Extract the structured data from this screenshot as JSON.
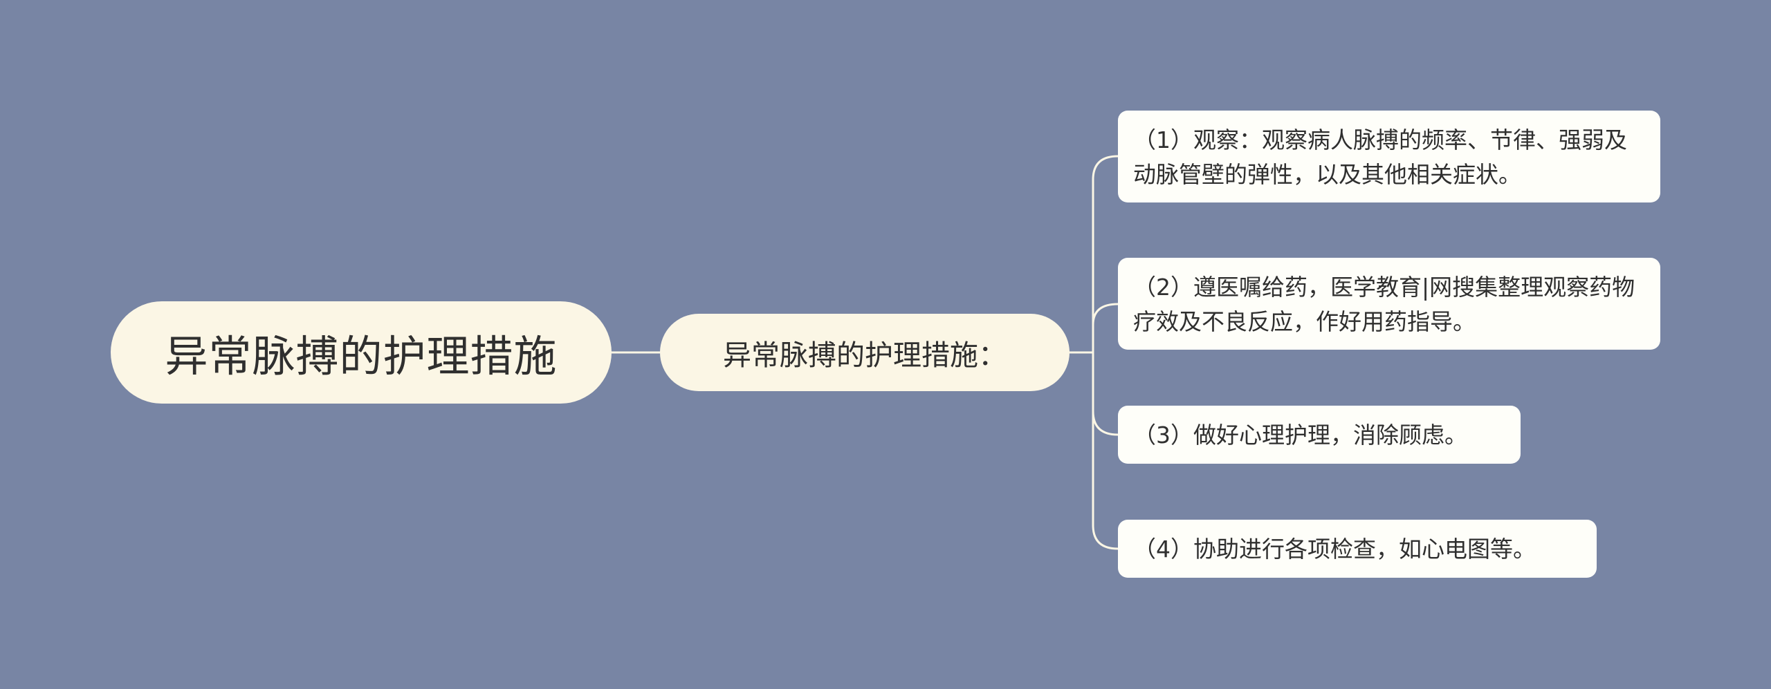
{
  "mindmap": {
    "root": {
      "label": "异常脉搏的护理措施"
    },
    "branch": {
      "label": "异常脉搏的护理措施："
    },
    "leaves": [
      {
        "text": "（1）观察：观察病人脉搏的频率、节律、强弱及动脉管壁的弹性，以及其他相关症状。"
      },
      {
        "text": "（2）遵医嘱给药，医学教育|网搜集整理观察药物疗效及不良反应，作好用药指导。"
      },
      {
        "text": "（3）做好心理护理，消除顾虑。"
      },
      {
        "text": "（4）协助进行各项检查，如心电图等。"
      }
    ]
  },
  "colors": {
    "background": "#7885a4",
    "node_fill": "#fbf6e5",
    "leaf_fill": "#fefef9",
    "connector": "#fbf6e5",
    "text": "#2f2f2f"
  }
}
